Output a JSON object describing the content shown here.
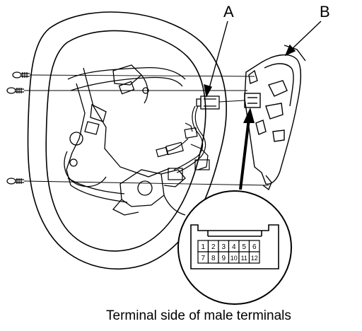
{
  "callouts": {
    "a": "A",
    "b": "B"
  },
  "caption": "Terminal side of male terminals",
  "connector_pins": {
    "top_row": [
      "1",
      "2",
      "3",
      "4",
      "5",
      "6"
    ],
    "bottom_row": [
      "7",
      "8",
      "9",
      "10",
      "11",
      "12"
    ]
  },
  "colors": {
    "line": "#000000",
    "background": "#ffffff"
  }
}
